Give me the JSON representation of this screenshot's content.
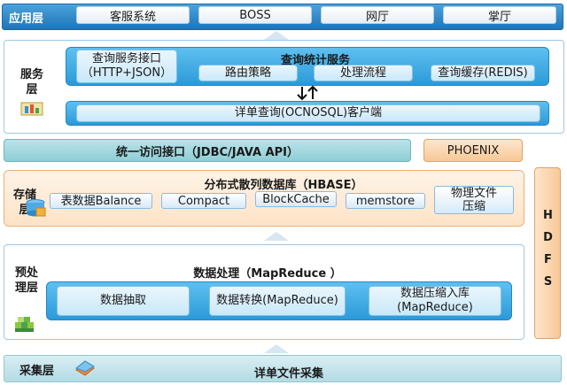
{
  "application_layer": {
    "title": "应用层",
    "items": [
      "客服系统",
      "BOSS",
      "网厅",
      "掌厅"
    ]
  },
  "service_layer": {
    "title": "服务层",
    "query_interface": "查询服务接口\n（HTTP+JSON）",
    "stats_service": "查询统计服务",
    "sub_items": [
      "路由策略",
      "处理流程",
      "查询缓存(REDIS)"
    ],
    "client": "详单查询(OCNOSQL)客户端"
  },
  "access": {
    "unified_interface": "统一访问接口（JDBC/JAVA API）",
    "phoenix": "PHOENIX"
  },
  "hdfs": "HDFS",
  "storage_layer": {
    "title": "存储层",
    "db_title": "分布式散列数据库（HBASE）",
    "items": [
      "表数据Balance",
      "Compact",
      "BlockCache",
      "memstore",
      "物理文件\n压缩"
    ]
  },
  "preprocess_layer": {
    "title": "预处理层",
    "heading": "数据处理（MapReduce ）",
    "items": [
      "数据抽取",
      "数据转换(MapReduce)",
      "数据压缩入库\n(MapReduce)"
    ]
  },
  "collection_layer": {
    "title": "采集层",
    "label": "详单文件采集"
  }
}
